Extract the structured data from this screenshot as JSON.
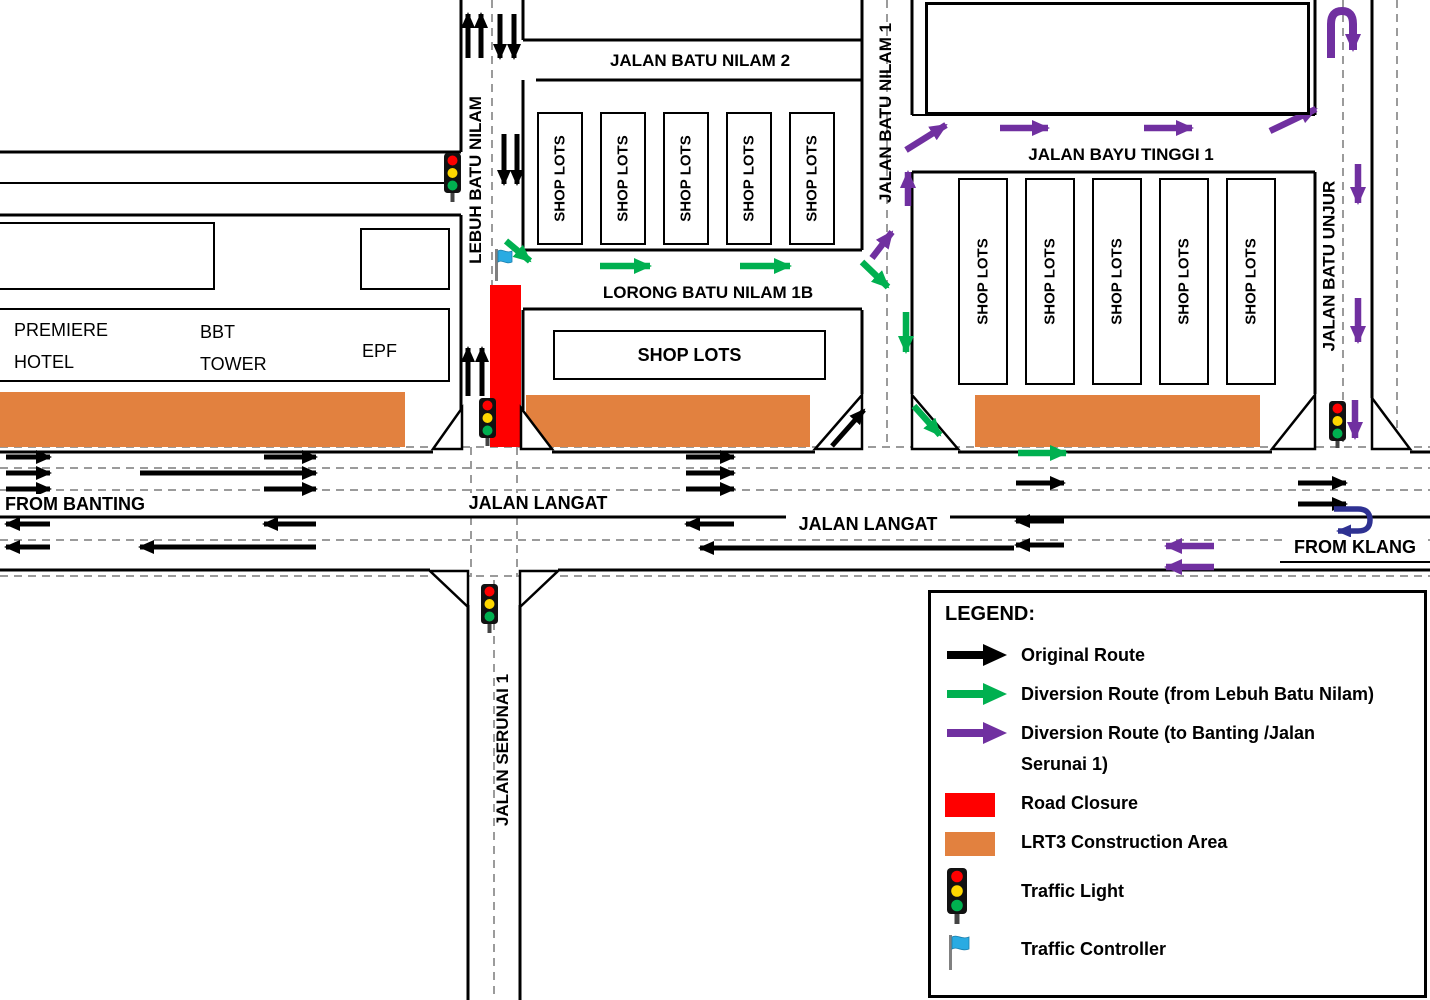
{
  "map": {
    "roads": {
      "lebuh_batu_nilam": "LEBUH BATU NILAM",
      "jalan_batu_nilam_2": "JALAN BATU NILAM 2",
      "jalan_batu_nilam_1": "JALAN BATU NILAM 1",
      "lorong_batu_nilam_1b": "LORONG BATU NILAM 1B",
      "jalan_bayu_tinggi_1": "JALAN BAYU TINGGI 1",
      "jalan_batu_unjur": "JALAN BATU UNJUR",
      "jalan_langat_west": "JALAN LANGAT",
      "jalan_langat_east": "JALAN LANGAT",
      "from_banting": "FROM BANTING",
      "from_klang": "FROM KLANG",
      "jalan_serunai_1": "JALAN SERUNAI 1"
    },
    "buildings": {
      "premiere_hotel": "PREMIERE HOTEL",
      "bbt_tower": "BBT TOWER",
      "epf": "EPF",
      "shop_lots": "SHOP LOTS"
    },
    "colors": {
      "original_route": "#000000",
      "diversion_green": "#00B050",
      "diversion_purple": "#7030A0",
      "road_closure": "#FF0000",
      "construction_area": "#E2813F",
      "uturn_navy": "#2E3192",
      "traffic_light_red": "#FF0000",
      "traffic_light_yellow": "#FFD800",
      "traffic_light_green": "#00B050",
      "controller_flag_blue": "#29ABE2"
    }
  },
  "legend": {
    "title": "LEGEND:",
    "items": [
      {
        "id": "original-route",
        "label": "Original Route",
        "symbol": "arrow",
        "color": "#000000"
      },
      {
        "id": "diversion-lebuh-batu-nilam",
        "label": "Diversion Route (from Lebuh Batu Nilam)",
        "symbol": "arrow",
        "color": "#00B050"
      },
      {
        "id": "diversion-banting-serunai",
        "label": "Diversion Route (to Banting /Jalan Serunai 1)",
        "symbol": "arrow",
        "color": "#7030A0"
      },
      {
        "id": "road-closure",
        "label": "Road Closure",
        "symbol": "swatch",
        "color": "#FF0000"
      },
      {
        "id": "lrt3-construction",
        "label": "LRT3 Construction Area",
        "symbol": "swatch",
        "color": "#E2813F"
      },
      {
        "id": "traffic-light",
        "label": "Traffic Light",
        "symbol": "traffic-light",
        "color": "#111111"
      },
      {
        "id": "traffic-controller",
        "label": "Traffic Controller",
        "symbol": "flag",
        "color": "#29ABE2"
      }
    ]
  }
}
